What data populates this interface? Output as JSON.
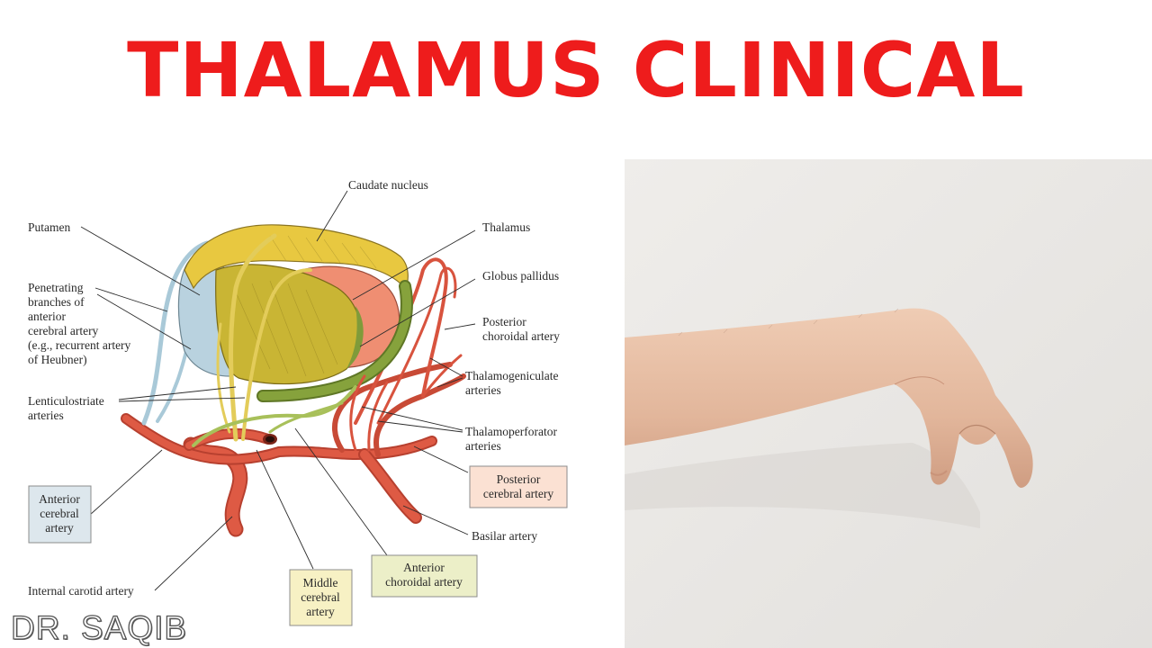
{
  "title": "THALAMUS CLINICAL",
  "colors": {
    "title": "#ee1c1c",
    "caudate": "#e8c840",
    "putamen": "#b9d2df",
    "globus_pallidus": "#c7b432",
    "thalamus": "#ef8e72",
    "posterior_box": "#fbe1d3",
    "anterior_box": "#dde7ed",
    "middle_box": "#f7f1c4",
    "choroidal_box": "#ecefc8",
    "artery": "#d8533e",
    "green_vessel": "#7f9b3a",
    "photo_bg": "#e8e6e3",
    "skin": "#e7bfa6"
  },
  "diagram": {
    "labels": {
      "caudate": "Caudate nucleus",
      "putamen": "Putamen",
      "thalamus": "Thalamus",
      "penetrating": [
        "Penetrating",
        "branches of",
        "anterior",
        "cerebral artery",
        "(e.g., recurrent artery",
        "of Heubner)"
      ],
      "globus_pallidus": "Globus pallidus",
      "posterior_choroidal": [
        "Posterior",
        "choroidal artery"
      ],
      "thalamogeniculate": [
        "Thalamogeniculate",
        "arteries"
      ],
      "lenticulostriate": [
        "Lenticulostriate",
        "arteries"
      ],
      "thalamoperforator": [
        "Thalamoperforator",
        "arteries"
      ],
      "posterior_cerebral": [
        "Posterior",
        "cerebral artery"
      ],
      "anterior_cerebral": [
        "Anterior",
        "cerebral",
        "artery"
      ],
      "basilar": "Basilar artery",
      "anterior_choroidal": [
        "Anterior",
        "choroidal artery"
      ],
      "middle_cerebral": [
        "Middle",
        "cerebral",
        "artery"
      ],
      "internal_carotid": "Internal carotid artery"
    }
  },
  "watermark": "DR. SAQIB"
}
